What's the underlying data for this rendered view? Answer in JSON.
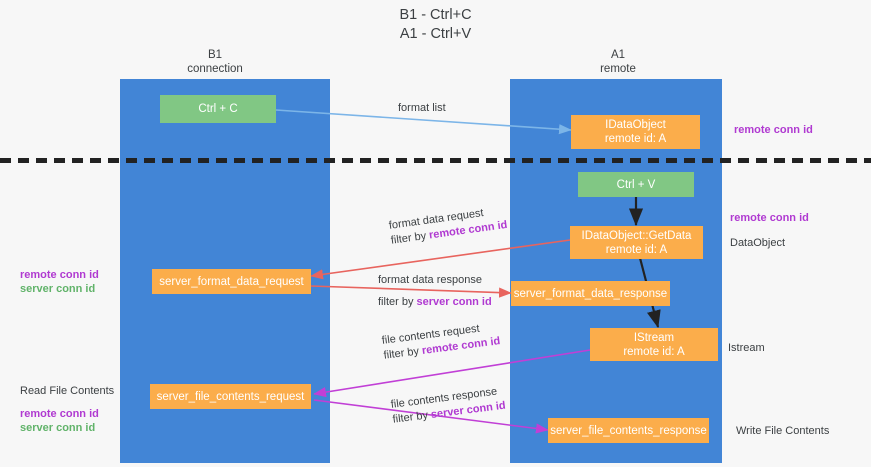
{
  "diagram": {
    "title": "B1 - Ctrl+C\nA1 - Ctrl+V",
    "lanes": [
      {
        "name": "lane-b1",
        "header": "B1\nconnection"
      },
      {
        "name": "lane-a1",
        "header": "A1\nremote"
      }
    ],
    "boxes": {
      "ctrl_c": "Ctrl + C",
      "idataobject": "IDataObject\nremote id: A",
      "ctrl_v": "Ctrl + V",
      "getdata": "IDataObject::GetData\nremote id: A",
      "server_format_data_request": "server_format_data_request",
      "server_format_data_response": "server_format_data_response",
      "istream": "IStream\nremote id: A",
      "server_file_contents_request": "server_file_contents_request",
      "server_file_contents_response": "server_file_contents_response"
    },
    "edge_labels": {
      "format_list": "format list",
      "format_data_request": "format data request",
      "format_data_request_filter_prefix": "filter by ",
      "format_data_request_filter_key": "remote conn id",
      "format_data_response": "format data response",
      "format_data_response_filter_prefix": "filter by ",
      "format_data_response_filter_key": "server conn id",
      "file_contents_request": "file contents request",
      "file_contents_request_filter_prefix": "filter by ",
      "file_contents_request_filter_key": "remote conn id",
      "file_contents_response": "file contents response",
      "file_contents_response_filter_prefix": "filter by ",
      "file_contents_response_filter_key": "server conn id"
    },
    "annotations": {
      "right_remote_conn_id_top": "remote conn id",
      "right_remote_conn_id_mid": "remote conn id",
      "right_dataobject": "DataObject",
      "right_istream": "Istream",
      "right_write_file_contents": "Write File Contents",
      "left_conn_ids_purple": "remote conn id",
      "left_conn_ids_green": "server conn id",
      "left_read_file_contents": "Read File Contents",
      "left_file_conn_ids_purple": "remote conn id",
      "left_file_conn_ids_green": "server conn id"
    },
    "colors": {
      "lane": "#4285d6",
      "box_green": "#81c784",
      "box_orange": "#fbad4b",
      "accent_purple": "#b03ad1",
      "accent_green": "#61b36a",
      "arrow_blue": "#7cb5e8",
      "arrow_red": "#e8645e",
      "arrow_magenta": "#c13fd6",
      "arrow_dark": "#222222"
    }
  }
}
